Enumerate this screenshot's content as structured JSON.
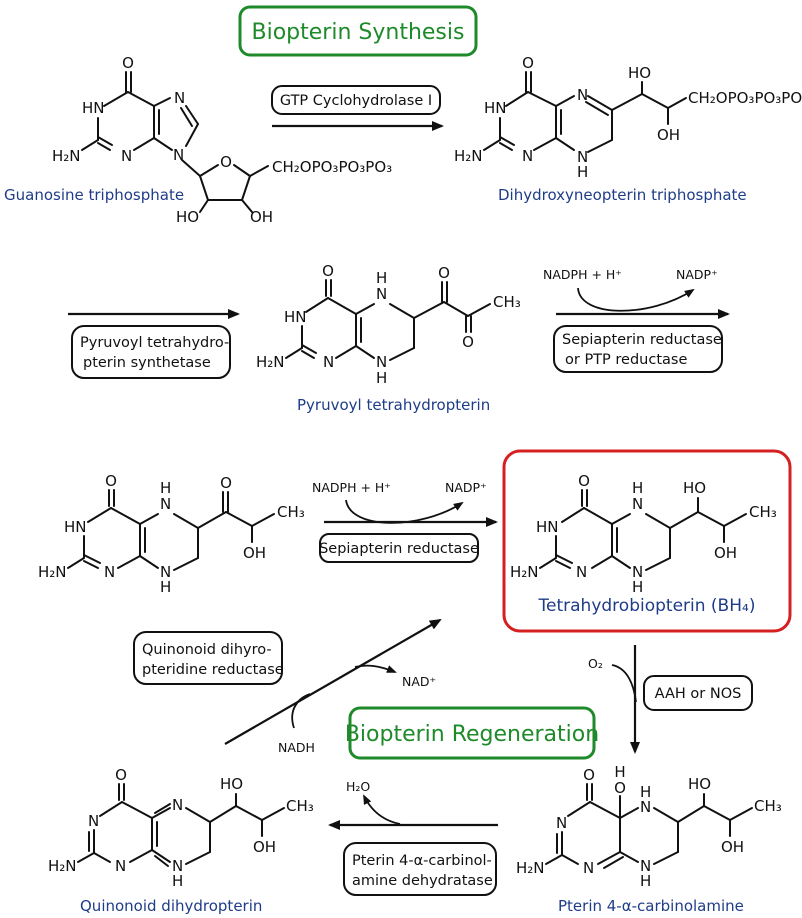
{
  "titles": {
    "synthesis": "Biopterin Synthesis",
    "regeneration": "Biopterin Regeneration"
  },
  "colors": {
    "title_green": "#1e8a2a",
    "highlight_red": "#d42020",
    "compound_name_blue": "#1f3c88"
  },
  "compounds": {
    "gtp": "Guanosine triphosphate",
    "dhnp": "Dihydroxyneopterin triphosphate",
    "ptp": "Pyruvoyl tetrahydropterin",
    "intermediate": "",
    "bh4": "Tetrahydrobiopterin (BH₄)",
    "qdhp": "Quinonoid dihydropterin",
    "carbinolamine": "Pterin 4-α-carbinolamine"
  },
  "enzymes": {
    "gtp_ch": [
      "GTP Cyclohydrolase I"
    ],
    "ptps": [
      "Pyruvoyl tetrahydro-",
      "pterin synthetase"
    ],
    "sr_ptp": [
      "Sepiapterin reductase",
      "or  PTP reductase"
    ],
    "sr": [
      "Sepiapterin reductase"
    ],
    "qdpr": [
      "Quinonoid dihyro-",
      "pteridine reductase"
    ],
    "aah_nos": [
      "AAH or  NOS"
    ],
    "pcd": [
      "Pterin 4-α-carbinol-",
      "amine dehydratase"
    ]
  },
  "cofactors": {
    "nadph_1": "NADPH + H⁺",
    "nadp_1": "NADP⁺",
    "nadph_2": "NADPH + H⁺",
    "nadp_2": "NADP⁺",
    "nadh": "NADH",
    "nad": "NAD⁺",
    "o2": "O₂",
    "h2o": "H₂O"
  },
  "atoms": {
    "O": "O",
    "N": "N",
    "HN": "HN",
    "H": "H",
    "HO": "HO",
    "OH": "OH",
    "H2N": "H₂N",
    "CH3": "CH₃",
    "triphosphate": "CH₂OPO₃PO₃PO₃"
  }
}
